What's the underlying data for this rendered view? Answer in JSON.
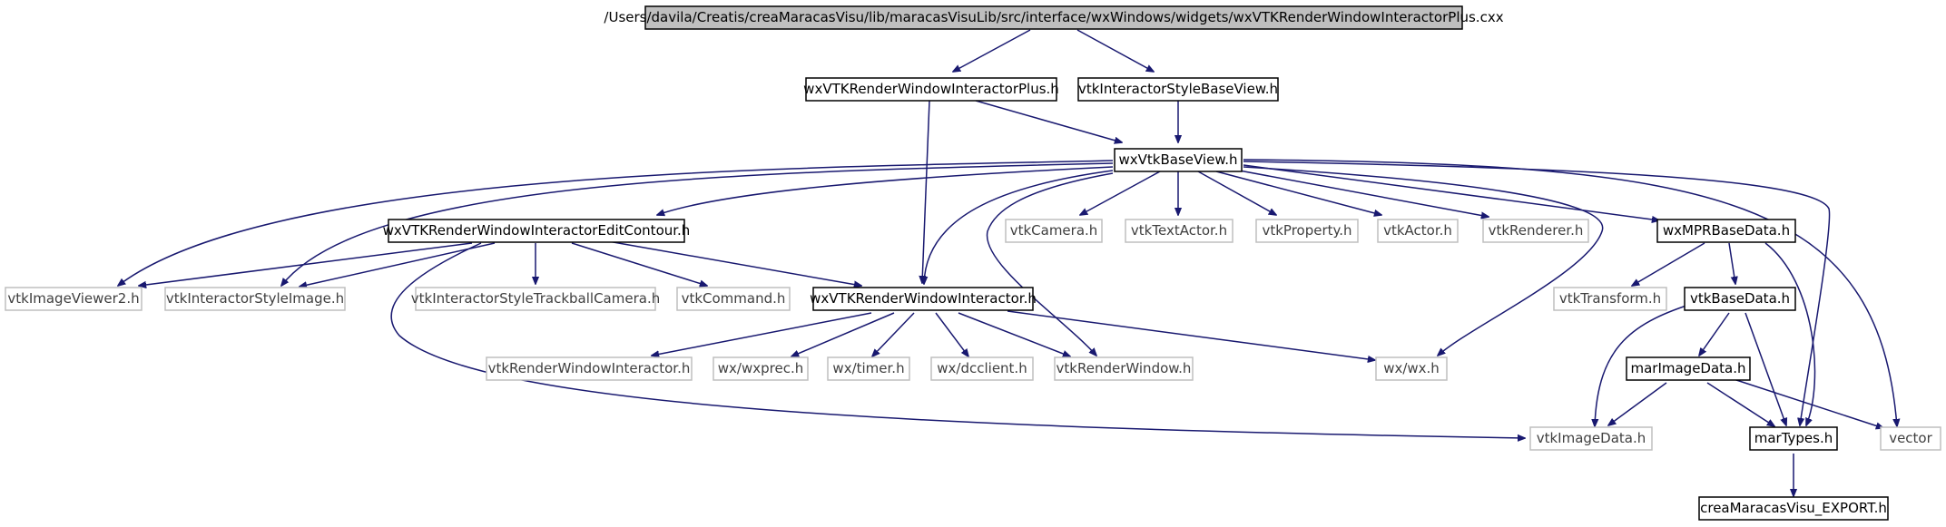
{
  "graph": {
    "nodes": {
      "root": "/Users/davila/Creatis/creaMaracasVisu/lib/maracasVisuLib/src/interface/wxWindows/widgets/wxVTKRenderWindowInteractorPlus.cxx",
      "wxrwip": "wxVTKRenderWindowInteractorPlus.h",
      "vtkisbv": "vtkInteractorStyleBaseView.h",
      "wxvbv": "wxVtkBaseView.h",
      "wxrwiec": "wxVTKRenderWindowInteractorEditContour.h",
      "vtkcamera": "vtkCamera.h",
      "vtktextactor": "vtkTextActor.h",
      "vtkproperty": "vtkProperty.h",
      "vtkactor": "vtkActor.h",
      "vtkrenderer": "vtkRenderer.h",
      "wxmpr": "wxMPRBaseData.h",
      "vtkimageviewer2": "vtkImageViewer2.h",
      "vtkisi": "vtkInteractorStyleImage.h",
      "vtkistc": "vtkInteractorStyleTrackballCamera.h",
      "vtkcommand": "vtkCommand.h",
      "wxrwi": "wxVTKRenderWindowInteractor.h",
      "vtktransform": "vtkTransform.h",
      "vtkbasedata": "vtkBaseData.h",
      "vtkrwi": "vtkRenderWindowInteractor.h",
      "wxprec": "wx/wxprec.h",
      "timer": "wx/timer.h",
      "dcclient": "wx/dcclient.h",
      "vtkrw": "vtkRenderWindow.h",
      "wxwx": "wx/wx.h",
      "marimagedata": "marImageData.h",
      "vtkimagedata": "vtkImageData.h",
      "martypes": "marTypes.h",
      "vector": "vector",
      "export": "creaMaracasVisu_EXPORT.h"
    },
    "colors": {
      "edge": "#191970",
      "root_fill": "#bfbfbf",
      "documented_border": "#000000",
      "external_border": "#bfbfbf"
    }
  }
}
